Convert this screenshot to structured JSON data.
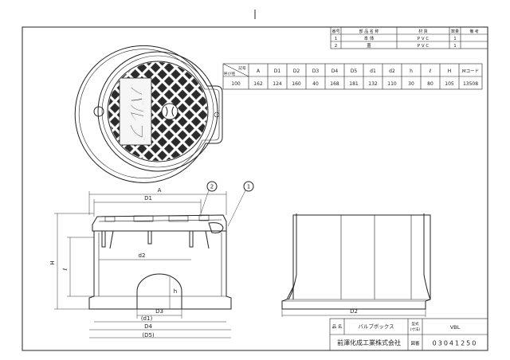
{
  "parts_table": {
    "headers": [
      "番号",
      "部 品 名 称",
      "材 質",
      "数量",
      "備 考"
    ],
    "rows": [
      [
        "1",
        "本 体",
        "P V C",
        "1",
        ""
      ],
      [
        "2",
        "蓋",
        "P V C",
        "1",
        ""
      ]
    ]
  },
  "dimension_table": {
    "corner_top": "記号",
    "corner_bottom": "呼び径",
    "headers": [
      "A",
      "D1",
      "D2",
      "D3",
      "D4",
      "D5",
      "d1",
      "d2",
      "h",
      "ℓ",
      "H",
      "Mコード"
    ],
    "values": [
      "100",
      "162",
      "124",
      "160",
      "40",
      "168",
      "181",
      "132",
      "110",
      "30",
      "80",
      "105",
      "13508"
    ]
  },
  "cover_text": "バルブ",
  "balloons": [
    "1",
    "2"
  ],
  "dimension_labels": {
    "A": "A",
    "D1": "D1",
    "d2": "d2",
    "H": "H",
    "l": "ℓ",
    "h": "h",
    "D3": "D3",
    "d1": "(d1)",
    "D4": "D4",
    "D5": "(D5)",
    "D2": "D2"
  },
  "title_block": {
    "name_label": "品 名",
    "name_value": "バルブボックス",
    "type_label_top": "型式",
    "type_label_bottom": "(寸法)",
    "type_value": "VBL",
    "company": "前澤化成工業株式会社",
    "drawing_no_label": "図番",
    "drawing_no": "03041250"
  }
}
